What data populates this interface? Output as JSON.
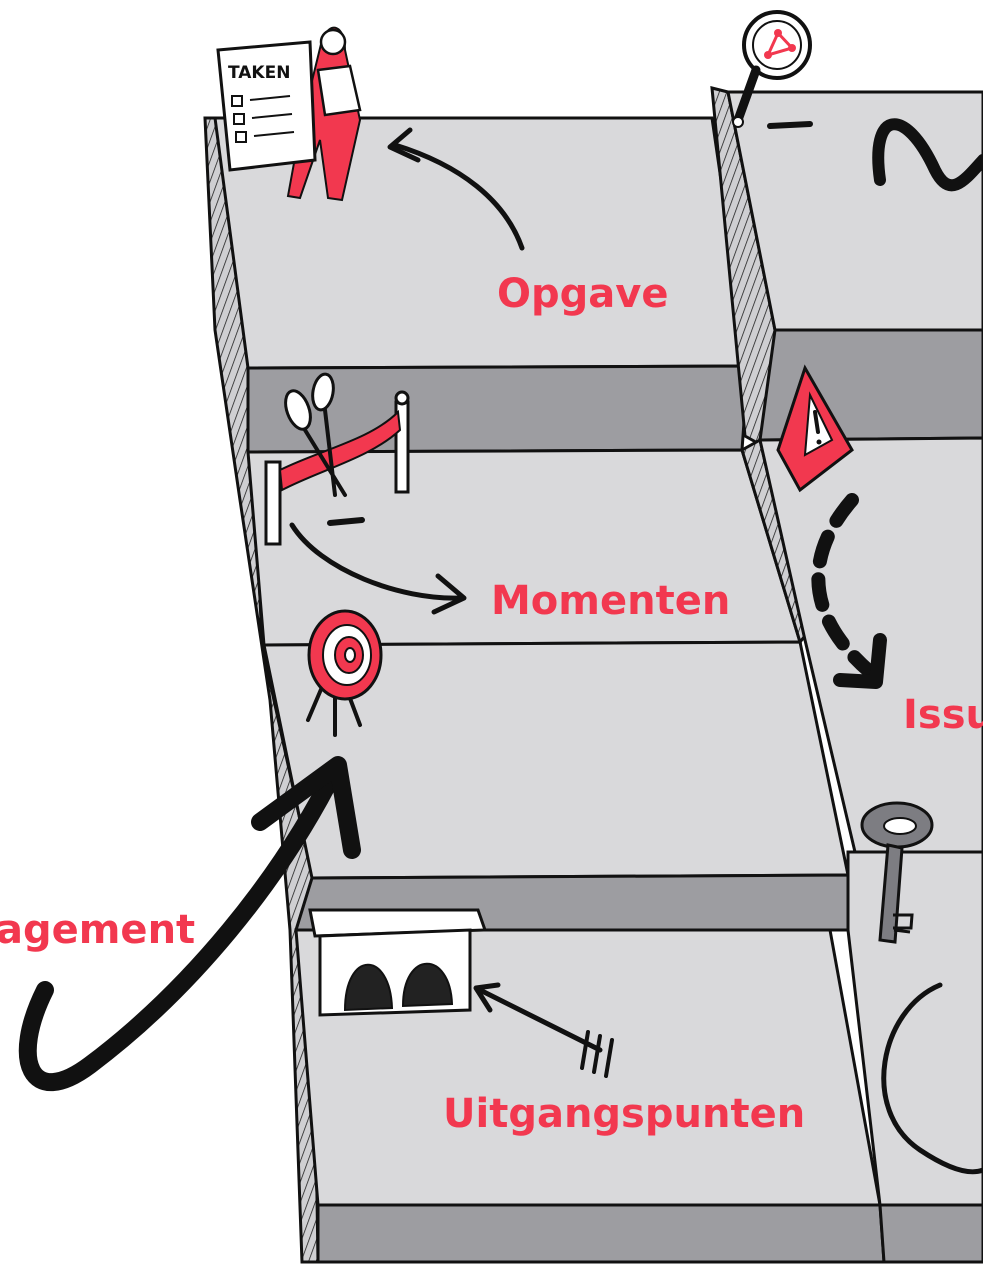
{
  "labels": {
    "opgave": "Opgave",
    "momenten": "Momenten",
    "issues": "Issu",
    "management": "agement",
    "uitgangspunten": "Uitgangspunten"
  },
  "sign": {
    "title": "TAKEN"
  },
  "icons": [
    "person-holding-task-board-icon",
    "magnifier-network-icon",
    "warning-cone-icon",
    "scissors-ribbon-icon",
    "target-icon",
    "key-icon",
    "bridge-icon"
  ],
  "colors": {
    "accent": "#f2384f",
    "ink": "#111111",
    "step_top": "#d9d9db",
    "step_riser": "#9d9da1",
    "background": "#ffffff"
  }
}
